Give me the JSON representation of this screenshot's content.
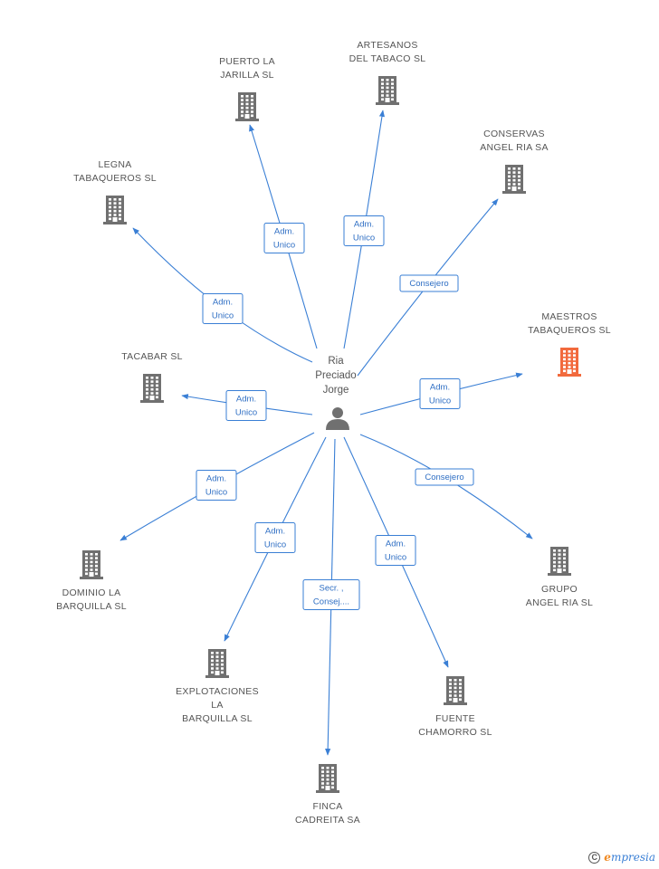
{
  "center": {
    "lines": [
      "Ria",
      "Preciado",
      "Jorge"
    ],
    "icon": "person-icon"
  },
  "colors": {
    "company": "#707070",
    "highlight": "#f26a3d",
    "edge": "#3a7fd5",
    "person": "#707070"
  },
  "nodes": [
    {
      "id": "puerto-la-jarilla-sl",
      "lines": [
        "PUERTO LA",
        "JARILLA SL"
      ],
      "highlight": false
    },
    {
      "id": "artesanos-del-tabaco-sl",
      "lines": [
        "ARTESANOS",
        "DEL TABACO SL"
      ],
      "highlight": false
    },
    {
      "id": "conservas-angel-ria-sa",
      "lines": [
        "CONSERVAS",
        "ANGEL RIA SA"
      ],
      "highlight": false
    },
    {
      "id": "legna-tabaqueros-sl",
      "lines": [
        "LEGNA",
        "TABAQUEROS SL"
      ],
      "highlight": false
    },
    {
      "id": "maestros-tabaqueros-sl",
      "lines": [
        "MAESTROS",
        "TABAQUEROS SL"
      ],
      "highlight": true
    },
    {
      "id": "tacabar-sl",
      "lines": [
        "TACABAR SL"
      ],
      "highlight": false
    },
    {
      "id": "dominio-la-barquilla-sl",
      "lines": [
        "DOMINIO LA",
        "BARQUILLA SL"
      ],
      "highlight": false
    },
    {
      "id": "grupo-angel-ria-sl",
      "lines": [
        "GRUPO",
        "ANGEL RIA SL"
      ],
      "highlight": false
    },
    {
      "id": "explotaciones-la-barquilla-sl",
      "lines": [
        "EXPLOTACIONES",
        "LA",
        "BARQUILLA SL"
      ],
      "highlight": false
    },
    {
      "id": "fuente-chamorro-sl",
      "lines": [
        "FUENTE",
        "CHAMORRO SL"
      ],
      "highlight": false
    },
    {
      "id": "finca-cadreita-sa",
      "lines": [
        "FINCA",
        "CADREITA SA"
      ],
      "highlight": false
    }
  ],
  "edges": [
    {
      "target": "puerto-la-jarilla-sl",
      "lines": [
        "Adm.",
        "Unico"
      ]
    },
    {
      "target": "artesanos-del-tabaco-sl",
      "lines": [
        "Adm.",
        "Unico"
      ]
    },
    {
      "target": "conservas-angel-ria-sa",
      "lines": [
        "Consejero"
      ]
    },
    {
      "target": "legna-tabaqueros-sl",
      "lines": [
        "Adm.",
        "Unico"
      ]
    },
    {
      "target": "maestros-tabaqueros-sl",
      "lines": [
        "Adm.",
        "Unico"
      ]
    },
    {
      "target": "tacabar-sl",
      "lines": [
        "Adm.",
        "Unico"
      ]
    },
    {
      "target": "dominio-la-barquilla-sl",
      "lines": [
        "Adm.",
        "Unico"
      ]
    },
    {
      "target": "grupo-angel-ria-sl",
      "lines": [
        "Consejero"
      ]
    },
    {
      "target": "explotaciones-la-barquilla-sl",
      "lines": [
        "Adm.",
        "Unico"
      ]
    },
    {
      "target": "fuente-chamorro-sl",
      "lines": [
        "Adm.",
        "Unico"
      ]
    },
    {
      "target": "finca-cadreita-sa",
      "lines": [
        "Secr. ,",
        "Consej...."
      ]
    }
  ],
  "footer": {
    "copyright_symbol": "C",
    "brand_first": "e",
    "brand_rest": "mpresia"
  }
}
